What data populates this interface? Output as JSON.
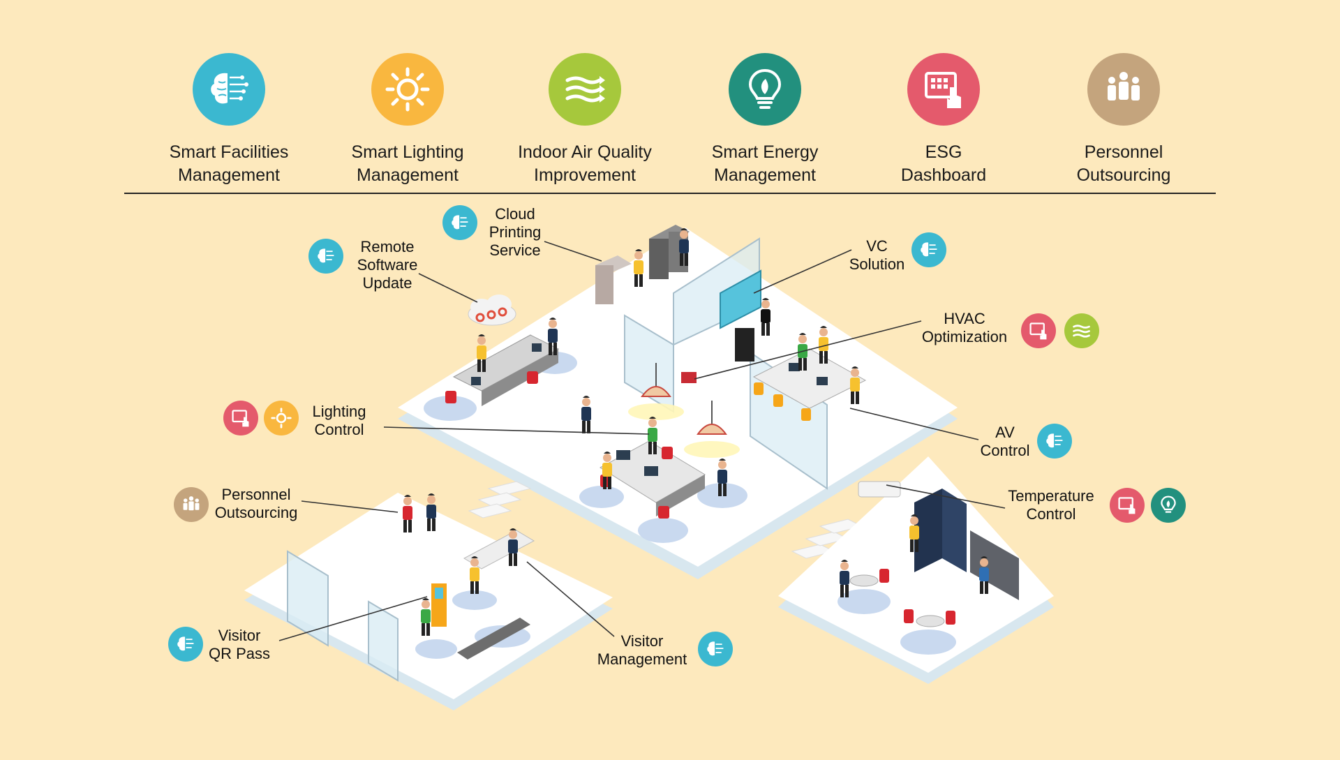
{
  "colors": {
    "background": "#fde9bd",
    "facilities": "#3bb8d0",
    "lighting": "#f9b73f",
    "air": "#a6c83c",
    "energy": "#22907e",
    "esg": "#e45a6c",
    "personnel": "#c4a47d"
  },
  "categories": [
    {
      "id": "smart-facilities",
      "label": "Smart Facilities\nManagement",
      "icon": "brain-circuit-icon",
      "color": "#3bb8d0"
    },
    {
      "id": "smart-lighting",
      "label": "Smart Lighting\nManagement",
      "icon": "sun-icon",
      "color": "#f9b73f"
    },
    {
      "id": "indoor-air",
      "label": "Indoor Air Quality\nImprovement",
      "icon": "air-flow-icon",
      "color": "#a6c83c"
    },
    {
      "id": "smart-energy",
      "label": "Smart Energy\nManagement",
      "icon": "energy-bulb-icon",
      "color": "#22907e"
    },
    {
      "id": "esg-dashboard",
      "label": "ESG\nDashboard",
      "icon": "dashboard-touch-icon",
      "color": "#e45a6c"
    },
    {
      "id": "personnel-outsourcing",
      "label": "Personnel\nOutsourcing",
      "icon": "people-icon",
      "color": "#c4a47d"
    }
  ],
  "callouts": {
    "cloud_printing": "Cloud\nPrinting\nService",
    "remote_software": "Remote\nSoftware\nUpdate",
    "vc_solution": "VC\nSolution",
    "hvac": "HVAC\nOptimization",
    "lighting_control": "Lighting\nControl",
    "av_control": "AV\nControl",
    "personnel": "Personnel\nOutsourcing",
    "temperature": "Temperature\nControl",
    "visitor_qr": "Visitor\nQR Pass",
    "visitor_mgmt": "Visitor\nManagement"
  }
}
